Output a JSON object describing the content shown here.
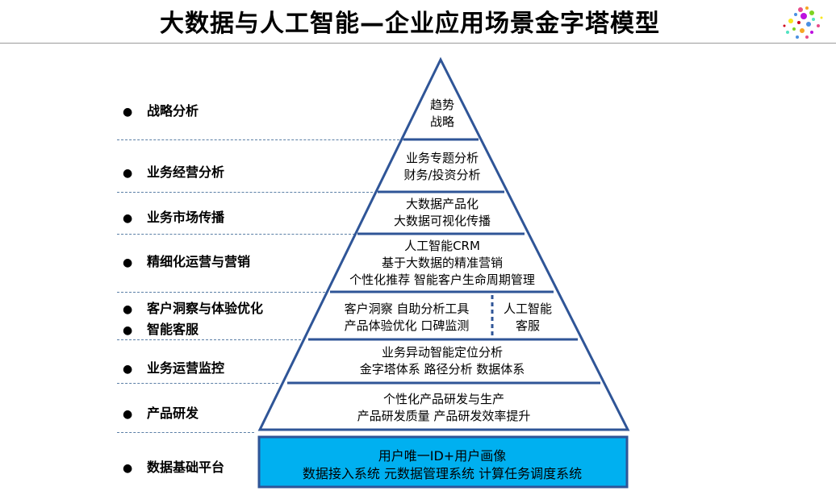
{
  "title": "大数据与人工智能—企业应用场景金字塔模型",
  "bullet": "●",
  "labels": [
    "战略分析",
    "业务经营分析",
    "业务市场传播",
    "精细化运营与营销",
    "客户洞察与体验优化",
    "智能客服",
    "业务运营监控",
    "产品研发",
    "数据基础平台"
  ],
  "pyramid": {
    "level1": [
      "趋势",
      "战略"
    ],
    "level2": [
      "业务专题分析",
      "财务/投资分析"
    ],
    "level3": [
      "大数据产品化",
      "大数据可视化传播"
    ],
    "level4": [
      "人工智能CRM",
      "基于大数据的精准营销",
      "个性化推荐  智能客户生命周期管理"
    ],
    "level5_left": [
      "客户洞察  自助分析工具",
      "产品体验优化  口碑监测"
    ],
    "level5_right": [
      "人工智能",
      "客服"
    ],
    "level6": [
      "业务异动智能定位分析",
      "金字塔体系   路径分析  数据体系"
    ],
    "level7": [
      "个性化产品研发与生产",
      "产品研发质量  产品研发效率提升"
    ],
    "base": [
      "用户唯一ID+用户画像",
      "数据接入系统   元数据管理系统   计算任务调度系统"
    ]
  },
  "colors": {
    "pyramid_stroke": "#2f5597",
    "base_fill": "#00b0f0",
    "base_border": "#2f5597",
    "separator": "#5b7fa6"
  }
}
